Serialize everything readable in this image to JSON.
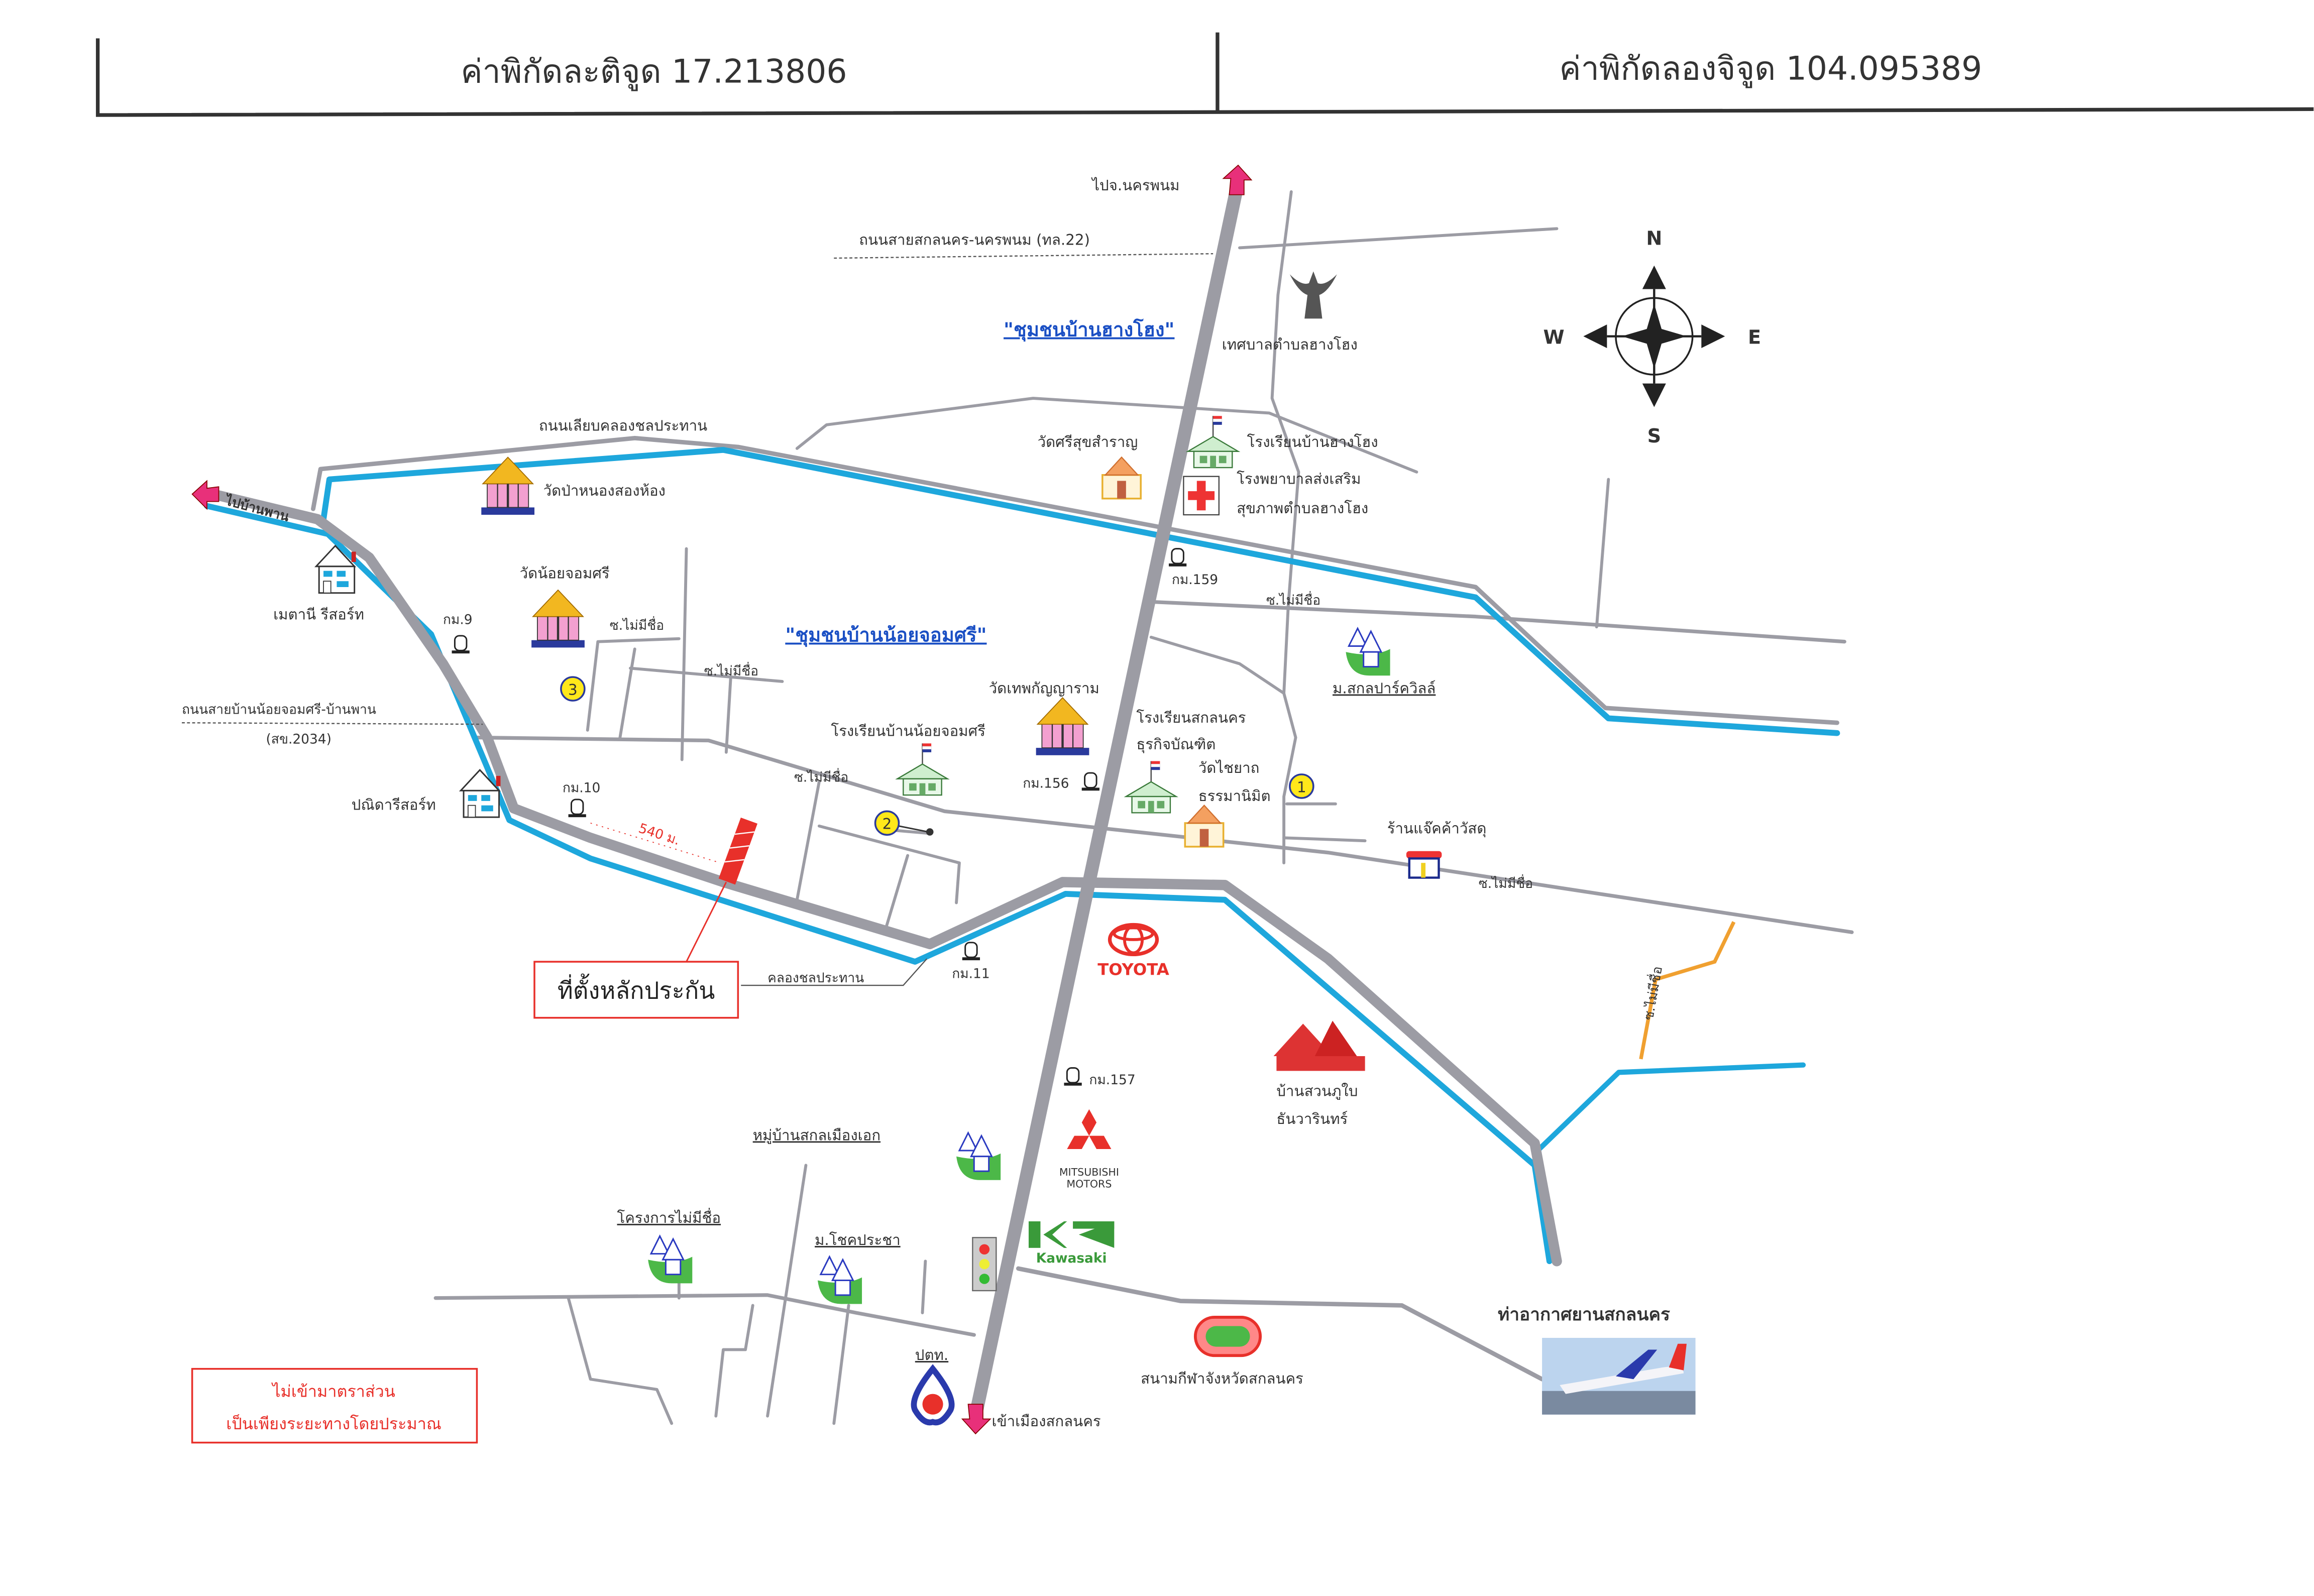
{
  "header": {
    "latitude_label": "ค่าพิกัดละติจูด 17.213806",
    "longitude_label": "ค่าพิกัดลองจิจูด 104.095389"
  },
  "compass": {
    "n": "N",
    "s": "S",
    "e": "E",
    "w": "W"
  },
  "directions": {
    "to_nakhon_phanom": "ไปจ.นครพนม",
    "to_ban_phan": "ไปบ้านพาน",
    "to_sakon_city": "เข้าเมืองสกลนคร"
  },
  "roads": {
    "highway_22": "ถนนสายสกลนคร-นครพนม (ทล.22)",
    "canal_road": "ถนนเลียบคลองชลประทาน",
    "road_2034_line1": "ถนนสายบ้านน้อยจอมศรี-บ้านพาน",
    "road_2034_line2": "(สข.2034)",
    "soi_1": "ซ.ไม่มีชื่อ",
    "soi_2": "ซ.ไม่มีชื่อ",
    "soi_3": "ซ.ไม่มีชื่อ",
    "soi_4": "ซ.ไม่มีชื่อ",
    "soi_5": "ซ.ไม่มีชื่อ",
    "soi_6": "ซ.ไม่มีชื่อ",
    "irrigation_canal": "คลองชลประทาน"
  },
  "communities": {
    "ban_hang_hong": "\"ชุมชนบ้านฮางโฮง\"",
    "ban_noi_chom_si": "\"ชุมชนบ้านน้อยจอมศรี\""
  },
  "km_markers": [
    "กม.9",
    "กม.10",
    "กม.11",
    "กม.156",
    "กม.157",
    "กม.159"
  ],
  "places": {
    "municipality": "เทศบาลตำบลฮางโฮง",
    "wat_si_suk": "วัดศรีสุขสำราญ",
    "school_hang_hong": "โรงเรียนบ้านฮางโฮง",
    "hospital_line1": "โรงพยาบาลส่งเสริม",
    "hospital_line2": "สุขภาพตำบลฮางโฮง",
    "wat_pa_nong": "วัดป่าหนองสองห้อง",
    "maetani_resort": "เมตานี รีสอร์ท",
    "wat_noi_chom_si": "วัดน้อยจอมศรี",
    "panida_resort": "ปณิดารีสอร์ท",
    "wat_thep": "วัดเทพกัญญาราม",
    "school_noi_chom_si": "โรงเรียนบ้านน้อยจอมศรี",
    "school_sakon_line1": "โรงเรียนสกลนคร",
    "school_sakon_line2": "ธุรกิจบัณฑิต",
    "wat_chai_line1": "วัดไชยาถ",
    "wat_chai_line2": "ธรรมานิมิต",
    "village_sakon_park": "ม.สกลปาร์ควิลล์",
    "shop": "ร้านแจ๊คค้าวัสดุ",
    "toyota": "TOYOTA",
    "suan_phu_line1": "บ้านสวนภูใบ",
    "suan_phu_line2": "ธันวารินทร์",
    "village_muang_ek": "หมู่บ้านสกลเมืองเอก",
    "mitsubishi_line1": "MITSUBISHI",
    "mitsubishi_line2": "MOTORS",
    "project_no_name": "โครงการไม่มีชื่อ",
    "village_chok": "ม.โชคประชา",
    "kawasaki": "Kawasaki",
    "ptt": "ปตท.",
    "stadium": "สนามกีฬาจังหวัดสกลนคร",
    "airport": "ท่าอากาศยานสกลนคร"
  },
  "markers": {
    "one": "1",
    "two": "2",
    "three": "3"
  },
  "collateral": {
    "label": "ที่ตั้งหลักประกัน",
    "distance": "540 ม."
  },
  "disclaimer": {
    "line1": "ไม่เข้ามาตราส่วน",
    "line2": "เป็นเพียงระยะทางโดยประมาณ"
  },
  "colors": {
    "canal": "#1ea7dc",
    "road": "#9c9ca4",
    "arrow": "#e8307a",
    "collateral": "#e8302a",
    "community_label": "#1a4fc4"
  },
  "icons": [
    "temple-icon",
    "school-icon",
    "hospital-icon",
    "resort-house-icon",
    "village-icon",
    "km-stone-icon",
    "garuda-emblem-icon",
    "traffic-light-icon",
    "stadium-icon",
    "airplane-icon",
    "ptt-logo-icon",
    "toyota-logo-icon",
    "mitsubishi-logo-icon",
    "kawasaki-logo-icon",
    "compass-icon"
  ]
}
